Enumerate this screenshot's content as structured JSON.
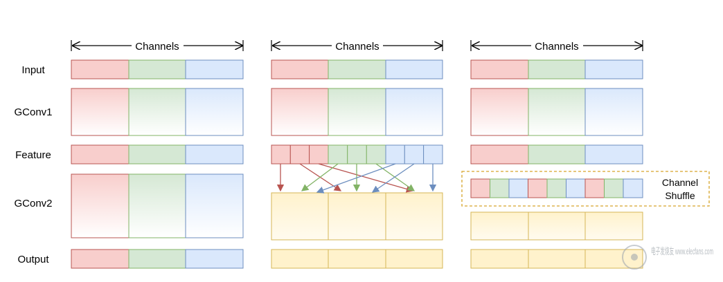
{
  "row_labels": {
    "input": "Input",
    "gconv1": "GConv1",
    "feature": "Feature",
    "gconv2": "GConv2",
    "output": "Output"
  },
  "channels_label": "Channels",
  "shuffle_label": {
    "line1": "Channel",
    "line2": "Shuffle"
  },
  "colors": {
    "red_fill": "#f8cecc",
    "red_stroke": "#b85450",
    "green_fill": "#d5e8d4",
    "green_stroke": "#82b366",
    "blue_fill": "#dae8fc",
    "blue_stroke": "#6c8ebf",
    "yellow_fill": "#fff2cc",
    "yellow_stroke": "#d6b656",
    "shuffle_border": "#d6a52a"
  },
  "watermark": "电子发烧友 www.elecfans.com"
}
